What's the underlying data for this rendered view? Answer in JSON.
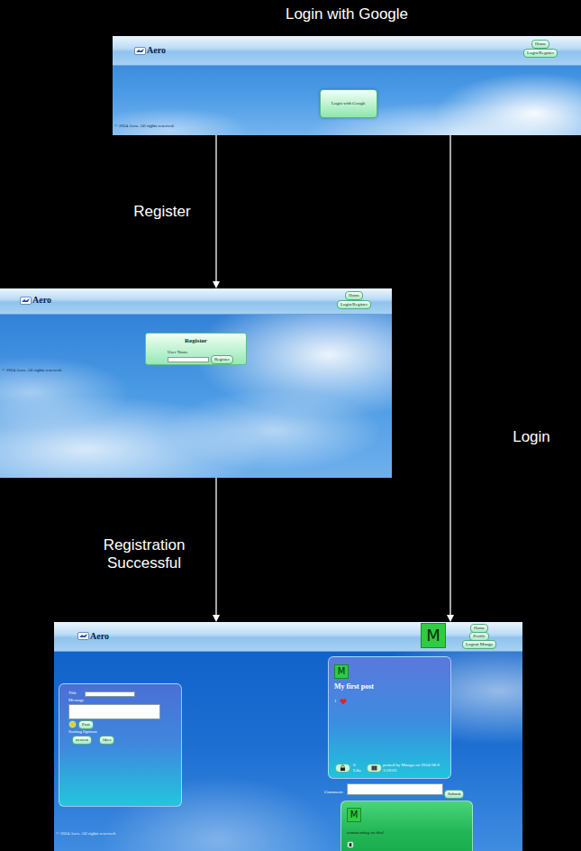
{
  "diagram": {
    "title": "Login with Google",
    "nodes": [
      {
        "text": [
          "Aero",
          "© 2024 Aero. All rights reserved."
        ]
      },
      {
        "text": [
          "Home"
        ],
        "in": 0
      },
      {
        "text": [
          "Login/Register"
        ],
        "in": 0
      },
      {
        "text": [
          "Login with Google"
        ],
        "in": 0
      },
      {
        "text": [
          "Aero",
          "© 2024 Aero. All rights reserved."
        ]
      },
      {
        "text": [
          "Home"
        ],
        "in": 4
      },
      {
        "text": [
          "Login/Register"
        ],
        "in": 4
      },
      {
        "text": [
          "Register",
          "User Name"
        ],
        "in": 4
      },
      {
        "text": [
          "Register"
        ],
        "in": 7
      },
      {
        "text": [
          "Aero",
          "© 2024 Aero. All rights reserved."
        ]
      },
      {
        "text": [
          "M"
        ],
        "in": 9
      },
      {
        "text": [
          "Home"
        ],
        "in": 9
      },
      {
        "text": [
          "Profile"
        ],
        "in": 9
      },
      {
        "text": [
          "Logout Mango"
        ],
        "in": 9
      },
      {
        "text": [
          "Title",
          "Message",
          "Sorting Options"
        ],
        "in": 9
      },
      {
        "text": [
          "Post"
        ],
        "in": 14
      },
      {
        "text": [
          "newest"
        ],
        "in": 14
      },
      {
        "text": [
          "likes"
        ],
        "in": 14
      },
      {
        "text": [
          "My first post",
          "1",
          "0 Like",
          "posted by Mango on 2024-06-6 3:59:03"
        ],
        "in": 9
      },
      {
        "text": [
          "M"
        ],
        "in": 18
      },
      {
        "text": [
          "Submit"
        ],
        "in": 9
      },
      {
        "text": [
          "commenting on this!"
        ],
        "in": 9
      },
      {
        "text": [
          "M"
        ],
        "in": 21
      }
    ],
    "edges": [
      {
        "from": 0,
        "to": 4,
        "label": "Register",
        "arrow": "to"
      },
      {
        "from": 4,
        "to": 9,
        "label": "Registration Successful",
        "arrow": "to"
      },
      {
        "from": 0,
        "to": 9,
        "label": "Login",
        "arrow": "to"
      }
    ],
    "labels": [
      "Comment:"
    ]
  }
}
